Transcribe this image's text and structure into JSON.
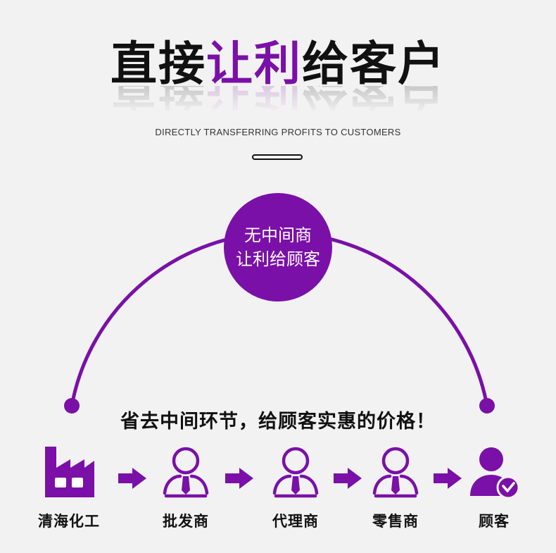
{
  "title": {
    "part1": "直接",
    "accent": "让利",
    "part2": "给客户"
  },
  "subtitle": "DIRECTLY TRANSFERRING PROFITS TO CUSTOMERS",
  "circle": {
    "line1": "无中间商",
    "line2": "让利给顾客"
  },
  "slogan": "省去中间环节，给顾客实惠的价格！",
  "chain": [
    {
      "label": "清海化工",
      "icon": "factory-icon"
    },
    {
      "label": "批发商",
      "icon": "person-tie-icon"
    },
    {
      "label": "代理商",
      "icon": "person-tie-icon"
    },
    {
      "label": "零售商",
      "icon": "person-tie-icon"
    },
    {
      "label": "顾客",
      "icon": "customer-check-icon"
    }
  ],
  "colors": {
    "accent": "#7a10a8",
    "text": "#111111",
    "background": "#f2f2f2"
  }
}
